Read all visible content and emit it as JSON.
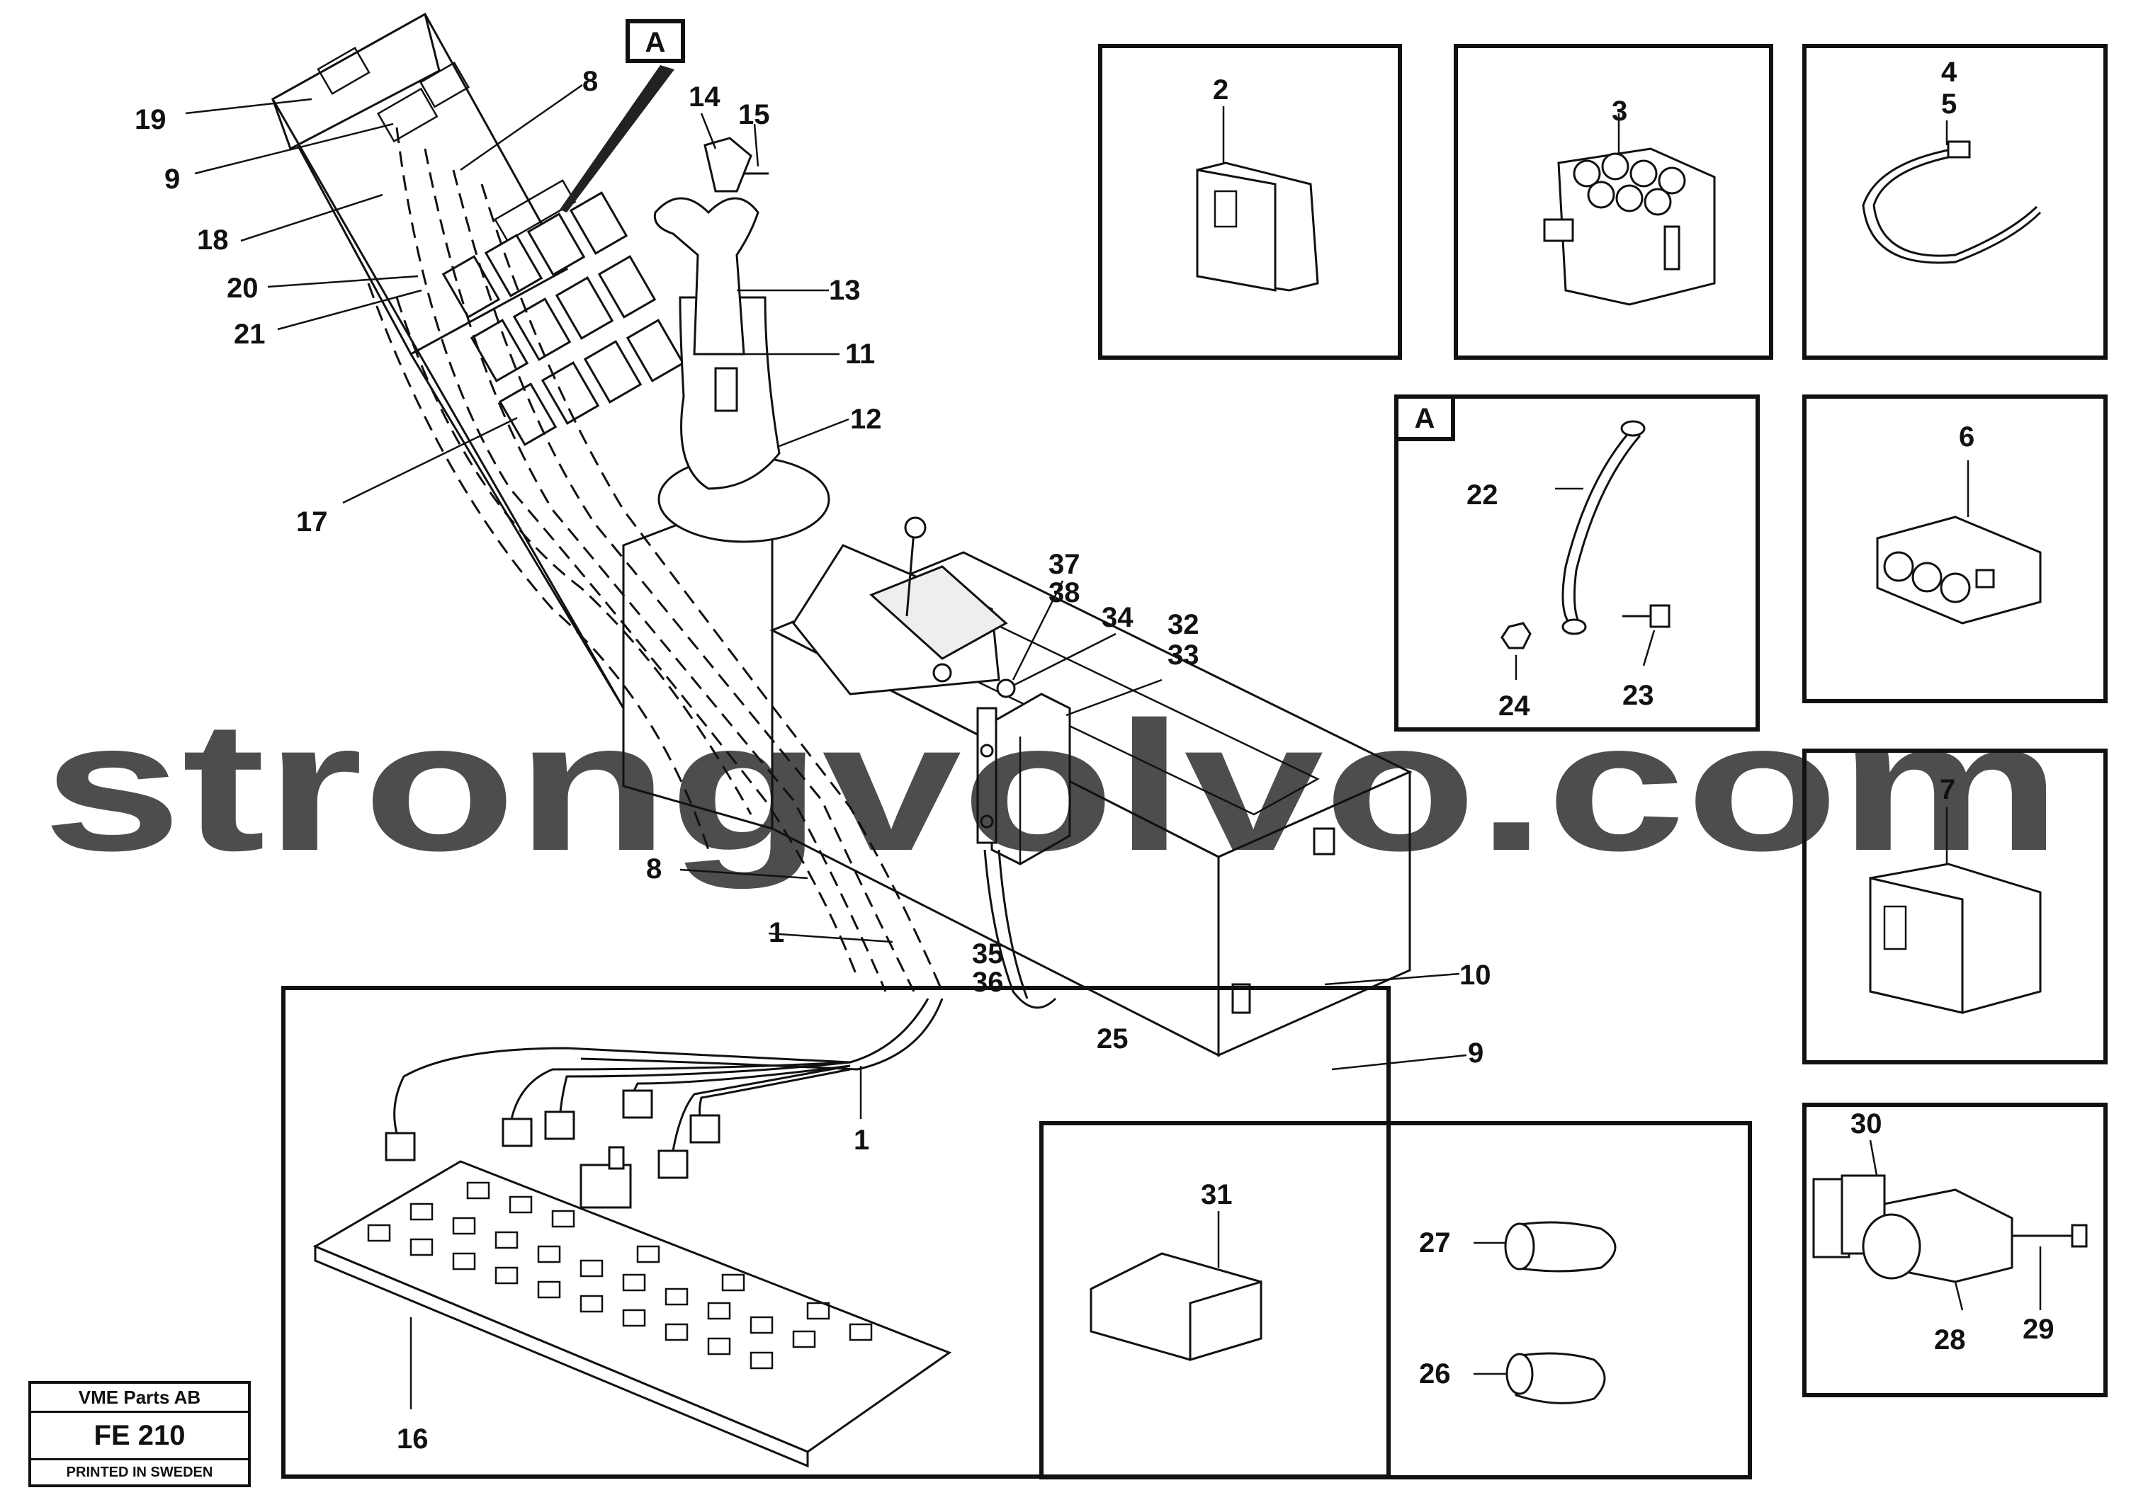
{
  "detail_marker": "A",
  "callouts": {
    "c1a": "1",
    "c1b": "1",
    "c2": "2",
    "c3": "3",
    "c4": "4",
    "c5": "5",
    "c6": "6",
    "c7": "7",
    "c8a": "8",
    "c8b": "8",
    "c9a": "9",
    "c9b": "9",
    "c10": "10",
    "c11": "11",
    "c12": "12",
    "c13": "13",
    "c14": "14",
    "c15": "15",
    "c16": "16",
    "c17": "17",
    "c18": "18",
    "c19": "19",
    "c20": "20",
    "c21": "21",
    "c22": "22",
    "c23": "23",
    "c24": "24",
    "c25": "25",
    "c26": "26",
    "c27": "27",
    "c28": "28",
    "c29": "29",
    "c30": "30",
    "c31": "31",
    "c32": "32",
    "c33": "33",
    "c34": "34",
    "c35": "35",
    "c36": "36",
    "c37": "37",
    "c38": "38"
  },
  "stamp": {
    "company": "VME Parts AB",
    "code": "FE 210",
    "printed": "PRINTED IN SWEDEN"
  },
  "watermark": "strongvolvo.com"
}
